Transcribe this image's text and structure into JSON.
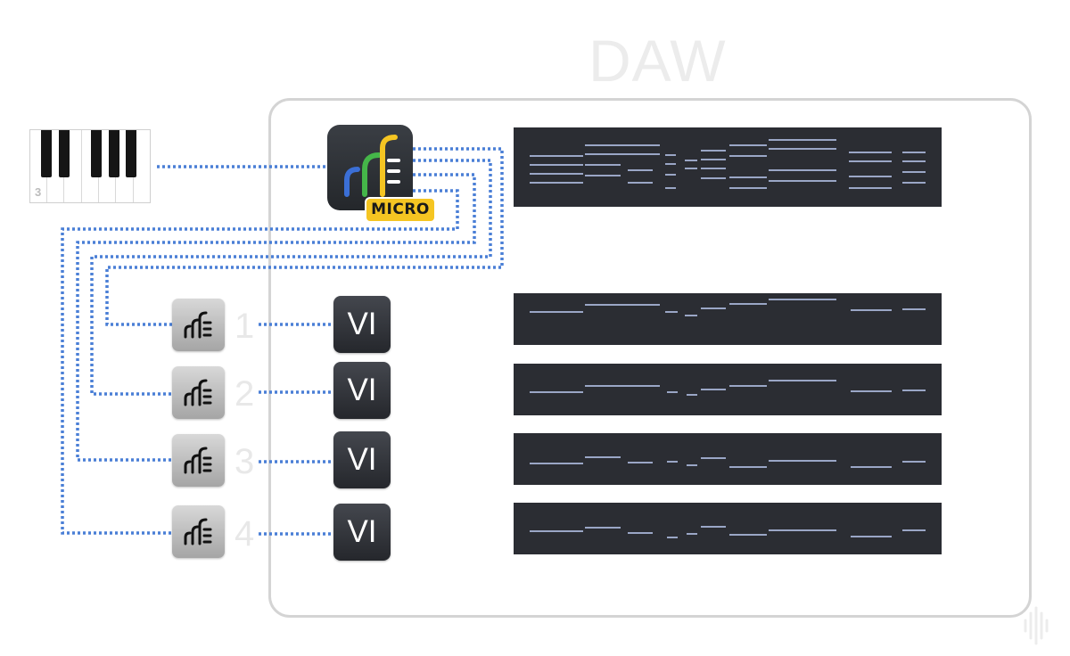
{
  "daw": {
    "title": "DAW"
  },
  "keyboard": {
    "octave_label": "3"
  },
  "micro_plugin": {
    "badge": "MICRO"
  },
  "instances": [
    {
      "number": "1",
      "vi_label": "VI"
    },
    {
      "number": "2",
      "vi_label": "VI"
    },
    {
      "number": "3",
      "vi_label": "VI"
    },
    {
      "number": "4",
      "vi_label": "VI"
    }
  ],
  "colors": {
    "wire": "#4a7fd6",
    "track_bg": "#2b2d33",
    "note_line": "#9aa6c6",
    "micro_badge": "#f5c522",
    "logo_blue": "#3b6fd6",
    "logo_green": "#45b649",
    "logo_yellow": "#f5c522"
  },
  "icons": [
    "piano-keyboard-icon",
    "micro-plugin-icon",
    "plugin-instance-icon",
    "virtual-instrument-icon",
    "brand-watermark-icon"
  ]
}
